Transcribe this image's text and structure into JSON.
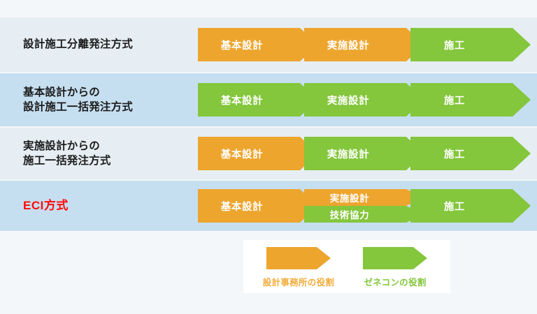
{
  "colors": {
    "orange": "#eda52e",
    "green": "#84c63c",
    "accent_red": "#ff0a0a",
    "row_light": "#e6eef3",
    "row_dark": "#c6dff0",
    "page_background": "#f4f7fa",
    "legend_card": "#ffffff"
  },
  "rows": [
    {
      "label": "設計施工分離発注方式",
      "label_lines": [
        "設計施工分離発注方式"
      ],
      "stages": [
        {
          "segments": [
            {
              "text": "基本設計",
              "color": "orange"
            }
          ]
        },
        {
          "segments": [
            {
              "text": "実施設計",
              "color": "orange"
            }
          ]
        },
        {
          "segments": [
            {
              "text": "施工",
              "color": "green"
            }
          ]
        }
      ]
    },
    {
      "label": "基本設計からの設計施工一括発注方式",
      "label_lines": [
        "基本設計からの",
        "設計施工一括発注方式"
      ],
      "stages": [
        {
          "segments": [
            {
              "text": "基本設計",
              "color": "green"
            }
          ]
        },
        {
          "segments": [
            {
              "text": "実施設計",
              "color": "green"
            }
          ]
        },
        {
          "segments": [
            {
              "text": "施工",
              "color": "green"
            }
          ]
        }
      ]
    },
    {
      "label": "実施設計からの施工一括発注方式",
      "label_lines": [
        "実施設計からの",
        "施工一括発注方式"
      ],
      "stages": [
        {
          "segments": [
            {
              "text": "基本設計",
              "color": "orange"
            }
          ]
        },
        {
          "segments": [
            {
              "text": "実施設計",
              "color": "green"
            }
          ]
        },
        {
          "segments": [
            {
              "text": "施工",
              "color": "green"
            }
          ]
        }
      ]
    },
    {
      "label": "ECI方式",
      "label_lines": [
        "ECI方式"
      ],
      "highlight": true,
      "stages": [
        {
          "segments": [
            {
              "text": "基本設計",
              "color": "orange"
            }
          ]
        },
        {
          "segments": [
            {
              "text": "実施設計",
              "color": "orange"
            },
            {
              "text": "技術協力",
              "color": "green"
            }
          ]
        },
        {
          "segments": [
            {
              "text": "施工",
              "color": "green"
            }
          ]
        }
      ]
    }
  ],
  "legend": {
    "items": [
      {
        "label": "設計事務所の役割",
        "color": "orange"
      },
      {
        "label": "ゼネコンの役割",
        "color": "green"
      }
    ]
  }
}
